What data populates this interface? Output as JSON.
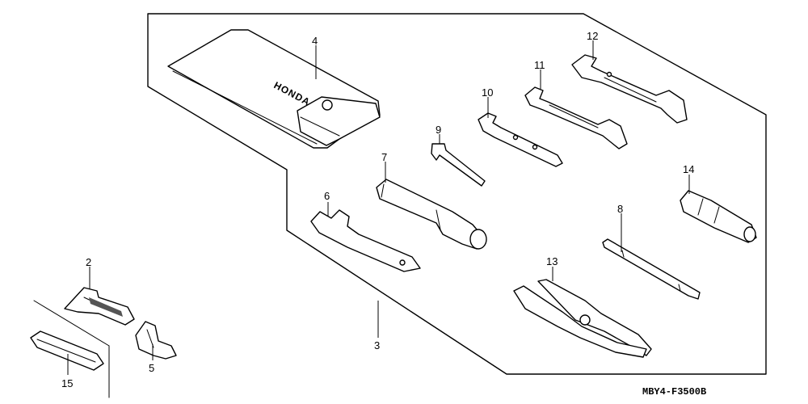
{
  "callouts": {
    "c2": "2",
    "c3": "3",
    "c4": "4",
    "c5": "5",
    "c6": "6",
    "c7": "7",
    "c8": "8",
    "c9": "9",
    "c10": "10",
    "c11": "11",
    "c12": "12",
    "c13": "13",
    "c14": "14",
    "c15": "15"
  },
  "pouch_logo": "HONDA",
  "diagram_code": "MBY4-F3500B"
}
